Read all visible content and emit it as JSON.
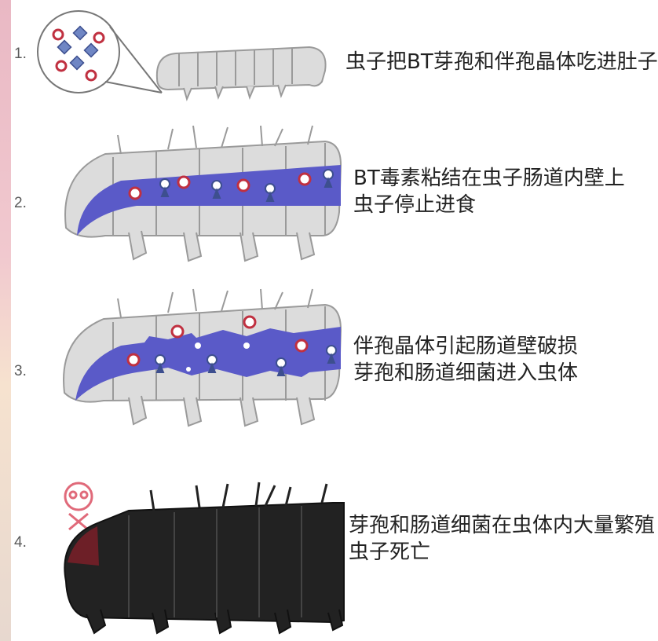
{
  "steps": [
    {
      "number": "1.",
      "lines": [
        "虫子把BT芽孢和伴孢晶体吃进肚子里"
      ]
    },
    {
      "number": "2.",
      "lines": [
        "BT毒素粘结在虫子肠道内壁上",
        "虫子停止进食"
      ]
    },
    {
      "number": "3.",
      "lines": [
        "伴孢晶体引起肠道壁破损",
        "芽孢和肠道细菌进入虫体"
      ]
    },
    {
      "number": "4.",
      "lines": [
        "芽孢和肠道细菌在虫体内大量繁殖",
        "虫子死亡"
      ]
    }
  ],
  "colors": {
    "caterpillar_fill": "#dcdcdc",
    "caterpillar_stroke": "#9a9a9a",
    "gut": "#5a5ac8",
    "spore_ring": "#c03040",
    "crystal": "#5b6fb0",
    "dead_body": "#222222",
    "skull": "#e06a7a"
  }
}
